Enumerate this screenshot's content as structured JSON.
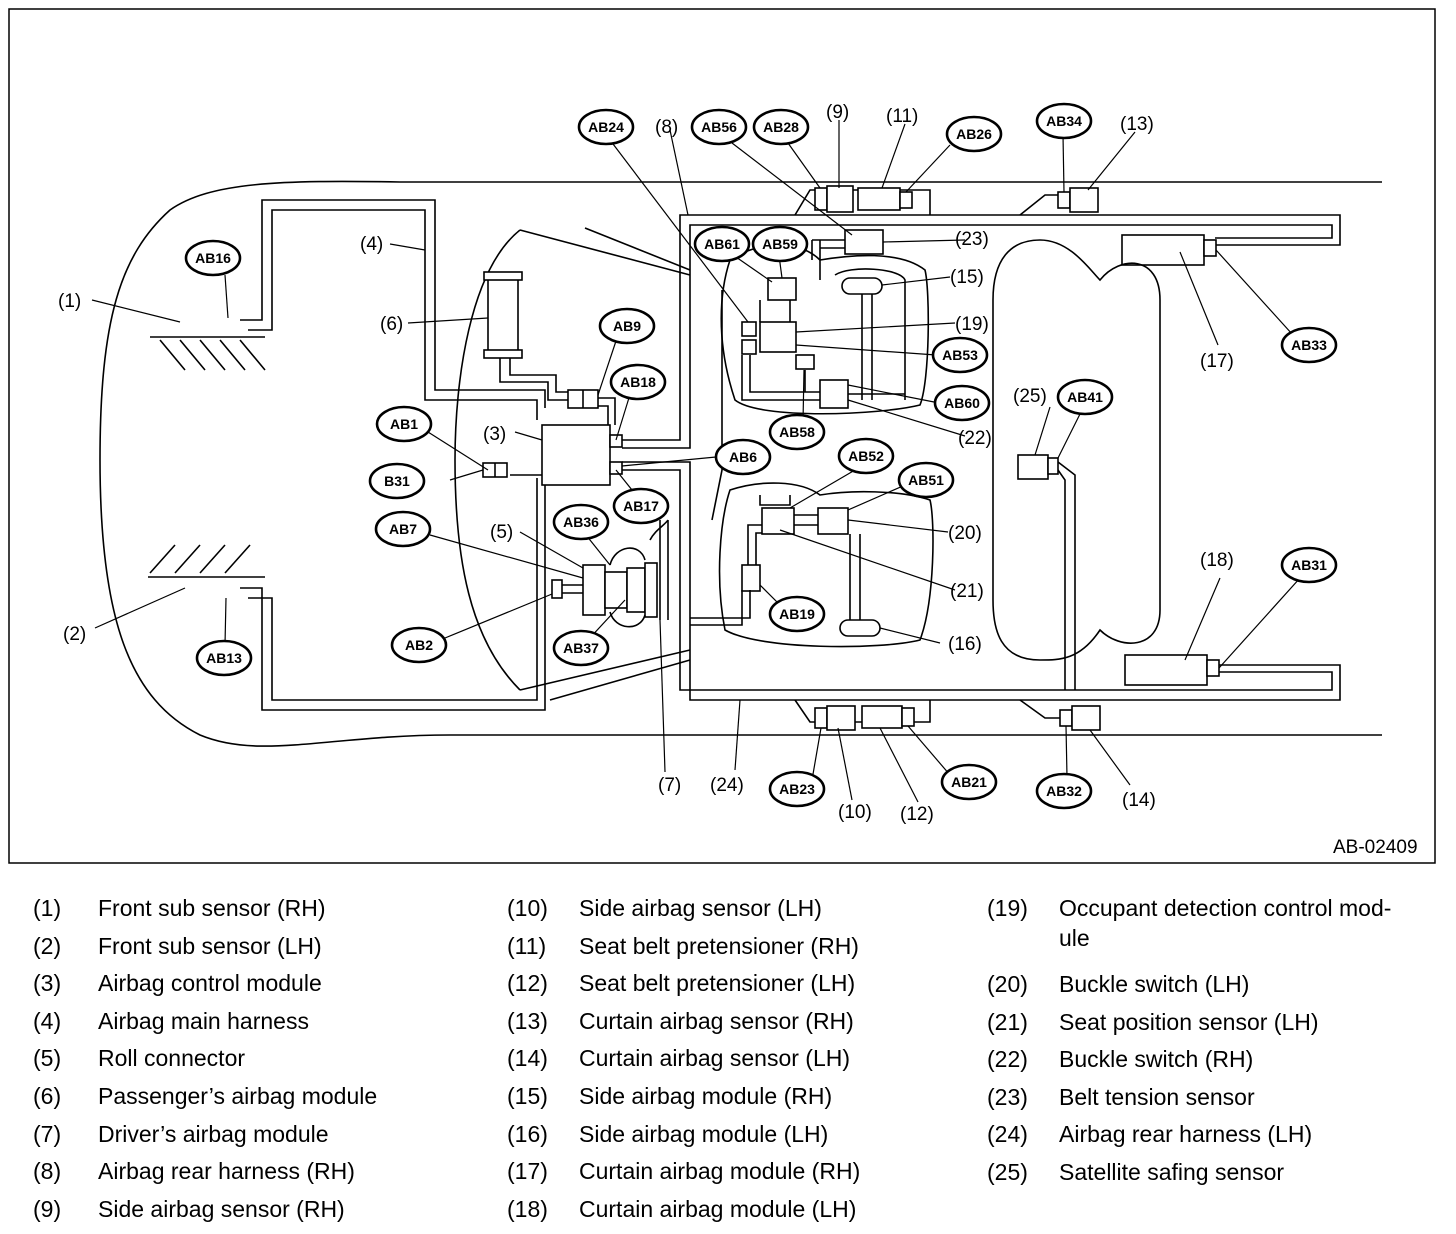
{
  "figure_id": "AB-02409",
  "parts": [
    {
      "num": "(1)",
      "name": "Front sub sensor (RH)"
    },
    {
      "num": "(2)",
      "name": "Front sub sensor (LH)"
    },
    {
      "num": "(3)",
      "name": "Airbag control module"
    },
    {
      "num": "(4)",
      "name": "Airbag main harness"
    },
    {
      "num": "(5)",
      "name": "Roll connector"
    },
    {
      "num": "(6)",
      "name": "Passenger’s airbag module"
    },
    {
      "num": "(7)",
      "name": "Driver’s airbag module"
    },
    {
      "num": "(8)",
      "name": "Airbag rear harness (RH)"
    },
    {
      "num": "(9)",
      "name": "Side airbag sensor (RH)"
    },
    {
      "num": "(10)",
      "name": "Side airbag sensor (LH)"
    },
    {
      "num": "(11)",
      "name": "Seat belt pretensioner (RH)"
    },
    {
      "num": "(12)",
      "name": "Seat belt pretensioner (LH)"
    },
    {
      "num": "(13)",
      "name": "Curtain airbag sensor (RH)"
    },
    {
      "num": "(14)",
      "name": "Curtain airbag sensor (LH)"
    },
    {
      "num": "(15)",
      "name": "Side airbag module (RH)"
    },
    {
      "num": "(16)",
      "name": "Side airbag module (LH)"
    },
    {
      "num": "(17)",
      "name": "Curtain airbag module (RH)"
    },
    {
      "num": "(18)",
      "name": "Curtain airbag module (LH)"
    },
    {
      "num": "(19)",
      "name": "Occupant detection control mod-\nule"
    },
    {
      "num": "(20)",
      "name": "Buckle switch (LH)"
    },
    {
      "num": "(21)",
      "name": "Seat position sensor (LH)"
    },
    {
      "num": "(22)",
      "name": "Buckle switch (RH)"
    },
    {
      "num": "(23)",
      "name": "Belt tension sensor"
    },
    {
      "num": "(24)",
      "name": "Airbag rear harness (LH)"
    },
    {
      "num": "(25)",
      "name": "Satellite safing sensor"
    }
  ],
  "connectors": [
    "AB1",
    "AB2",
    "AB6",
    "AB7",
    "AB9",
    "AB13",
    "AB16",
    "AB17",
    "AB18",
    "AB19",
    "AB21",
    "AB23",
    "AB24",
    "AB26",
    "AB28",
    "AB31",
    "AB32",
    "AB33",
    "AB34",
    "AB36",
    "AB37",
    "AB41",
    "AB51",
    "AB52",
    "AB53",
    "AB56",
    "AB58",
    "AB59",
    "AB60",
    "AB61",
    "B31"
  ]
}
